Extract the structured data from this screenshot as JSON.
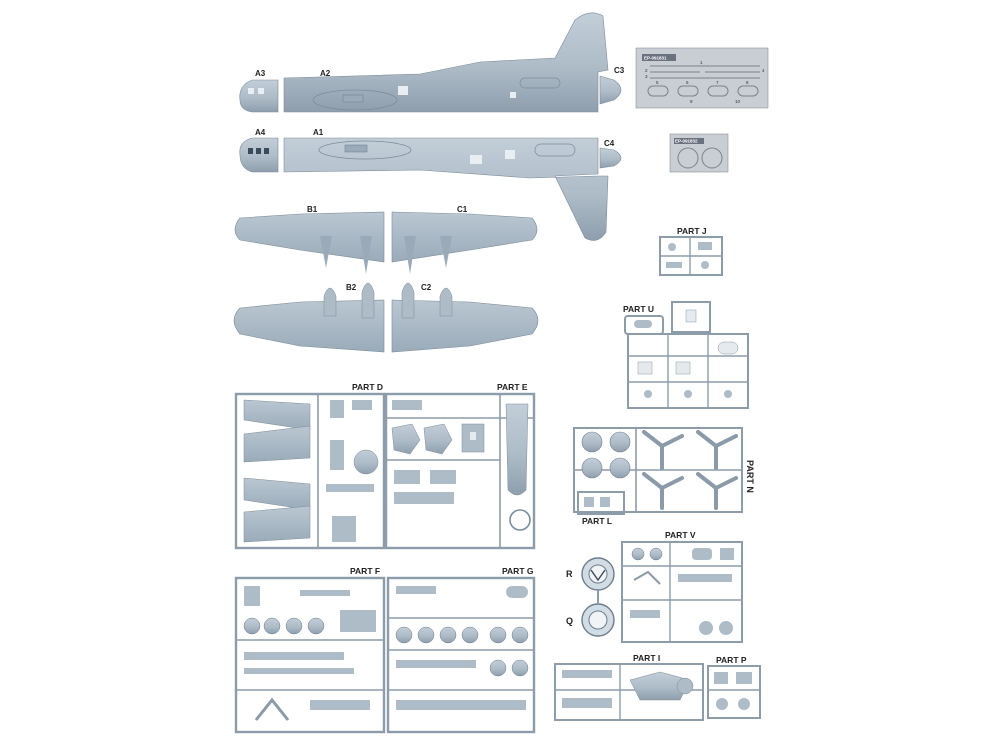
{
  "colors": {
    "plastic": "#aebcc8",
    "plastic_dark": "#8c9cab",
    "sprue": "#9fafbd",
    "photoetch": "#c9ced4",
    "label": "#222222"
  },
  "fuselage": {
    "upper": {
      "nose": "A3",
      "main": "A2",
      "tail": "C3"
    },
    "lower": {
      "nose": "A4",
      "main": "A1",
      "tail": "C4"
    }
  },
  "wings": {
    "upper_left": "B1",
    "upper_right": "C1",
    "lower_left": "B2",
    "lower_right": "C2"
  },
  "photoetch": {
    "fret1_code": "EP-091831",
    "fret1_numbers": [
      "1",
      "2",
      "3",
      "4",
      "5",
      "6",
      "7",
      "8",
      "9",
      "10"
    ],
    "fret2_code": "EP-091832"
  },
  "sprues": {
    "D": "PART D",
    "E": "PART E",
    "F": "PART F",
    "G": "PART G",
    "J": "PART J",
    "U": "PART U",
    "N": "PART N",
    "L": "PART L",
    "V": "PART V",
    "I": "PART I",
    "P": "PART P"
  },
  "clear_parts": {
    "top": "R",
    "bottom": "Q"
  }
}
